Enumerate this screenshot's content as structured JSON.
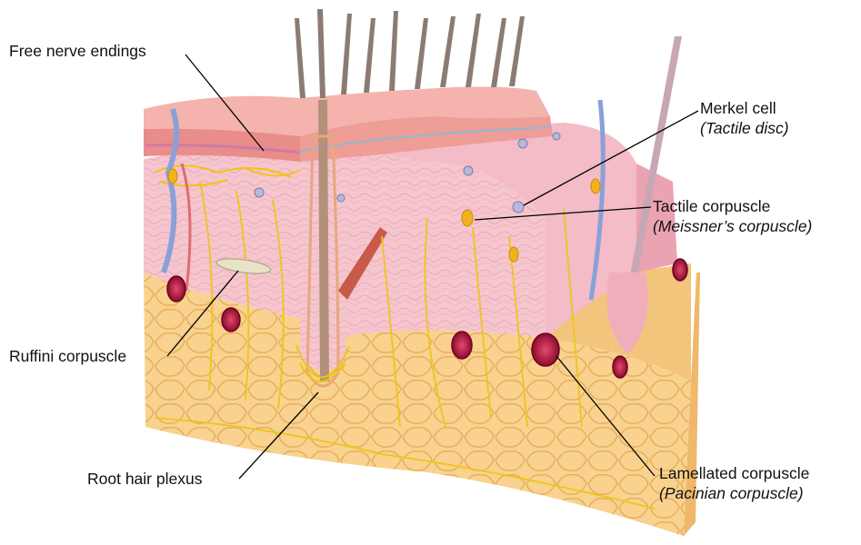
{
  "labels": {
    "free_nerve_endings": "Free nerve endings",
    "merkel_cell": {
      "main": "Merkel cell",
      "sub": "(Tactile disc)"
    },
    "tactile_corpuscle": {
      "main": "Tactile corpuscle",
      "sub": "(Meissner’s corpuscle)"
    },
    "ruffini_corpuscle": "Ruffini corpuscle",
    "root_hair_plexus": "Root hair plexus",
    "lamellated_corpuscle": {
      "main": "Lamellated corpuscle",
      "sub": "(Pacinian corpuscle)"
    }
  },
  "colors": {
    "epidermis": "#f2a7a2",
    "epidermis_dark": "#e98d8a",
    "dermis": "#f6c9cf",
    "dermis_side": "#f1b7c0",
    "hypodermis": "#f7cf86",
    "hypodermis_side": "#efb86a",
    "nerve": "#f0c419",
    "corpuscle": "#b0103a",
    "hair": "#8c7b73",
    "vessel": "#8aa0d8"
  }
}
